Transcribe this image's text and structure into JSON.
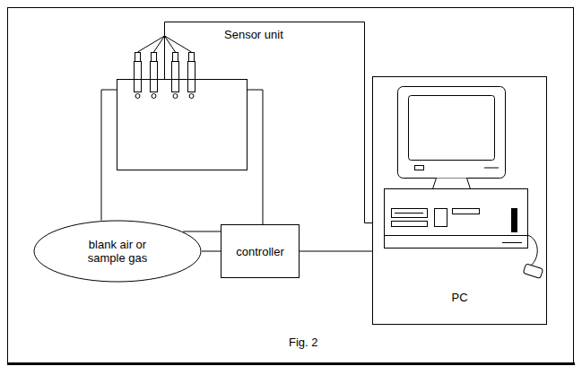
{
  "diagram": {
    "caption": "Fig. 2",
    "nodes": [
      {
        "text": [
          "Sensor unit"
        ]
      },
      {
        "text": [
          "blank air or sample gas"
        ]
      },
      {
        "text": [
          "controller"
        ]
      },
      {
        "text": [
          "PC"
        ]
      }
    ],
    "edges": [
      {
        "from": 1,
        "to": 0,
        "arrow": "none"
      },
      {
        "from": 0,
        "to": 1,
        "arrow": "none"
      },
      {
        "from": 1,
        "to": 2,
        "arrow": "none"
      },
      {
        "from": 2,
        "to": 3,
        "arrow": "none"
      },
      {
        "from": 0,
        "to": 3,
        "arrow": "none"
      }
    ]
  }
}
